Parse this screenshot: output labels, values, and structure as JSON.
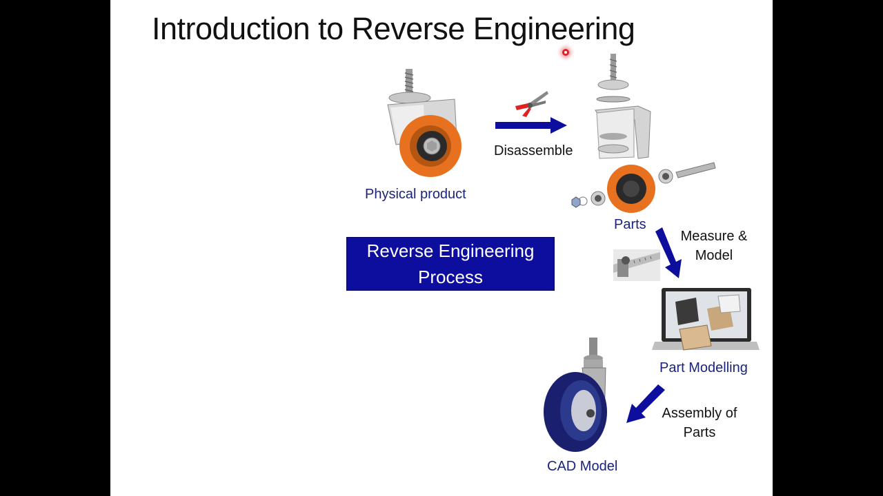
{
  "slide": {
    "title": "Introduction to Reverse Engineering",
    "process_box": {
      "line1": "Reverse Engineering",
      "line2": "Process"
    },
    "labels": {
      "physical_product": "Physical product",
      "disassemble": "Disassemble",
      "parts": "Parts",
      "measure_model_1": "Measure &",
      "measure_model_2": "Model",
      "part_modelling": "Part Modelling",
      "assembly_1": "Assembly of",
      "assembly_2": "Parts",
      "cad_model": "CAD Model"
    }
  },
  "colors": {
    "arrow": "#0d0d9e",
    "label_text": "#1a237e",
    "box_fill": "#0d0d9e",
    "wheel_orange": "#e8711f",
    "cad_wheel": "#1a1f6e"
  },
  "icons": [
    "pliers-icon",
    "caliper-icon",
    "laser-pointer-icon"
  ]
}
